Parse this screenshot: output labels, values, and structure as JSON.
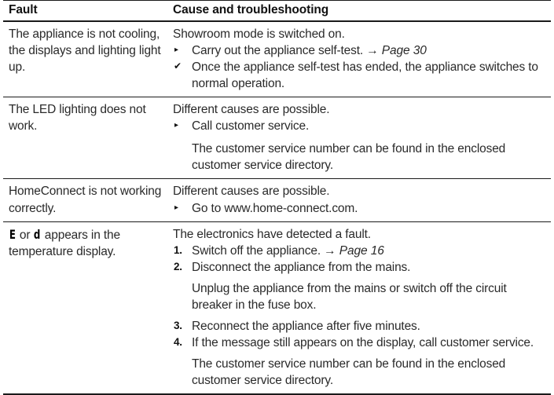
{
  "table": {
    "headers": {
      "fault": "Fault",
      "cause": "Cause and troubleshooting"
    },
    "rows": [
      {
        "fault": "The appliance is not cooling, the displays and lighting light up.",
        "lead": "Showroom mode is switched on.",
        "items": [
          {
            "marker": "triangle",
            "marker_glyph": "▸",
            "text": "Carry out the appliance self-test.",
            "arrow": "→",
            "pageref": "Page 30"
          },
          {
            "marker": "check",
            "marker_glyph": "✔",
            "text": "Once the appliance self-test has ended, the appliance switches to normal operation."
          }
        ]
      },
      {
        "fault": "The LED lighting does not work.",
        "lead": "Different causes are possible.",
        "items": [
          {
            "marker": "triangle",
            "marker_glyph": "▸",
            "text": "Call customer service."
          }
        ],
        "note": "The customer service number can be found in the enclosed customer service directory."
      },
      {
        "fault": "HomeConnect is not working correctly.",
        "lead": "Different causes are possible.",
        "items": [
          {
            "marker": "triangle",
            "marker_glyph": "▸",
            "text": "Go to www.home-connect.com."
          }
        ]
      },
      {
        "fault_glyph_1": "E",
        "fault_mid": " or ",
        "fault_glyph_2": "d",
        "fault_tail": " appears in the temperature display.",
        "lead": "The electronics have detected a fault.",
        "steps": [
          {
            "number": "1.",
            "text": "Switch off the appliance.",
            "arrow": "→",
            "pageref": "Page 16"
          },
          {
            "number": "2.",
            "text": "Disconnect the appliance from the mains.",
            "note": "Unplug the appliance from the mains or switch off the circuit breaker in the fuse box."
          },
          {
            "number": "3.",
            "text": "Reconnect the appliance after five minutes."
          },
          {
            "number": "4.",
            "text": "If the message still appears on the display, call customer service.",
            "note": "The customer service number can be found in the enclosed customer service directory."
          }
        ]
      }
    ]
  },
  "colors": {
    "text": "#2a2a2a",
    "rule": "#1a1a1a",
    "background": "#ffffff"
  }
}
